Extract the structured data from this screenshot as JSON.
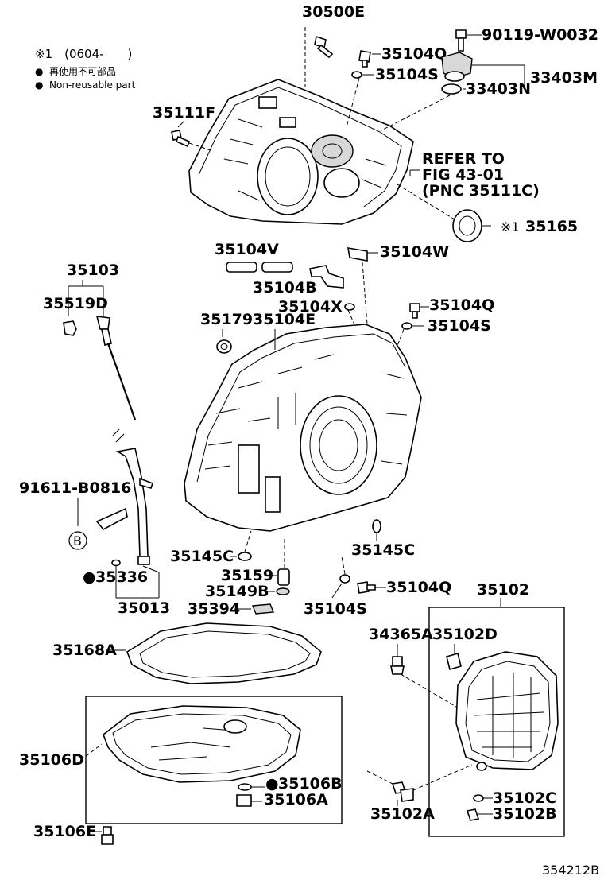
{
  "legend": {
    "header": "※1　(0604-　　)",
    "items": [
      {
        "bullet": "●",
        "text": "再使用不可部品"
      },
      {
        "bullet": "●",
        "text": "Non-reusable part"
      }
    ]
  },
  "refer_note": {
    "line1": "REFER TO",
    "line2": "FIG 43-01",
    "line3": "(PNC 35111C)"
  },
  "callouts": {
    "p30500E": "30500E",
    "p90119W0032": "90119-W0032",
    "p35104Q_a": "35104Q",
    "p35104S_a": "35104S",
    "p33403M": "33403M",
    "p33403N": "33403N",
    "p35111F": "35111F",
    "p35165": "35165",
    "p35165_mark": "※1",
    "p35104V": "35104V",
    "p35104W": "35104W",
    "p35104B": "35104B",
    "p35104X": "35104X",
    "p35104Q_b": "35104Q",
    "p35104S_b": "35104S",
    "p35103": "35103",
    "p35519D": "35519D",
    "p35179": "35179",
    "p35104E": "35104E",
    "p91611B0816": "91611-B0816",
    "b_marker": "B",
    "p35336": "35336",
    "p35336_mark": "●",
    "p35013": "35013",
    "p35145C_a": "35145C",
    "p35145C_b": "35145C",
    "p35159": "35159",
    "p35149B": "35149B",
    "p35394": "35394",
    "p35104S_c": "35104S",
    "p35104Q_c": "35104Q",
    "p35102": "35102",
    "p34365A": "34365A",
    "p35102D": "35102D",
    "p35168A": "35168A",
    "p35106D": "35106D",
    "p35106B": "35106B",
    "p35106B_mark": "●",
    "p35106A": "35106A",
    "p35102A": "35102A",
    "p35102C": "35102C",
    "p35102B": "35102B",
    "p35106E": "35106E"
  },
  "figure_id": "354212B"
}
